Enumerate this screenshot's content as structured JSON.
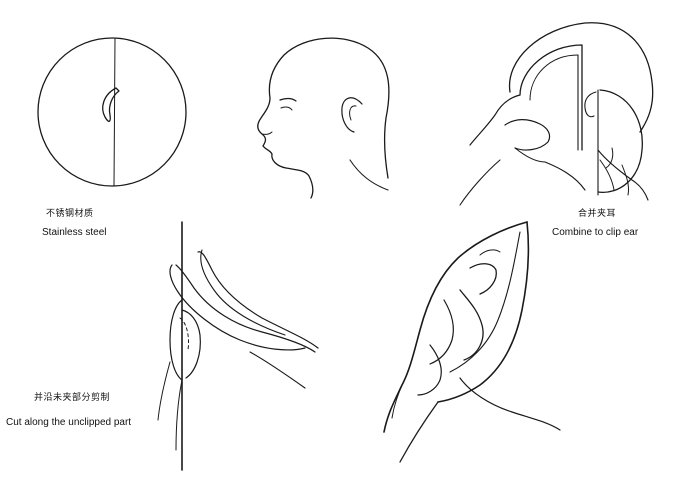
{
  "panels": [
    {
      "id": "stainless",
      "caption_zh": "不锈钢材质",
      "caption_en": "Stainless steel"
    },
    {
      "id": "head",
      "caption_zh": "",
      "caption_en": ""
    },
    {
      "id": "combine",
      "caption_zh": "合并夹耳",
      "caption_en": "Combine to clip ear"
    },
    {
      "id": "cut",
      "caption_zh": "并沿未夹部分剪制",
      "caption_en": "Cut along the unclipped part"
    },
    {
      "id": "ear",
      "caption_zh": "",
      "caption_en": ""
    }
  ],
  "colors": {
    "ink": "#1a1a1a",
    "background": "#ffffff"
  }
}
